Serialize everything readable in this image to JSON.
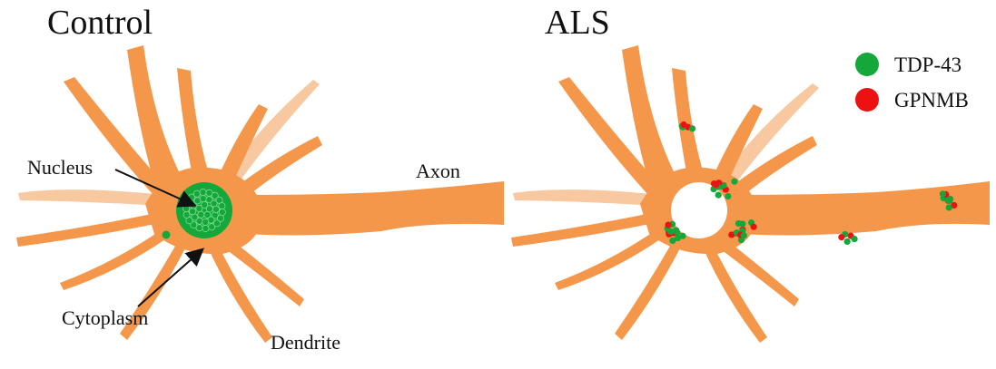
{
  "panels": {
    "left_title": "Control",
    "right_title": "ALS"
  },
  "labels": {
    "nucleus": "Nucleus",
    "cytoplasm": "Cytoplasm",
    "axon": "Axon",
    "dendrite": "Dendrite"
  },
  "legend": [
    {
      "label": "TDP-43",
      "color": "#14a83b"
    },
    {
      "label": "GPNMB",
      "color": "#ee1111"
    }
  ],
  "colors": {
    "neuron": "#f5974a",
    "neuron_light": "#f8c8a0",
    "nucleus_green": "#14a83b",
    "nucleus_cell_stroke": "#7fd891",
    "aggregate_red": "#ee1111",
    "arrow": "#111111"
  }
}
